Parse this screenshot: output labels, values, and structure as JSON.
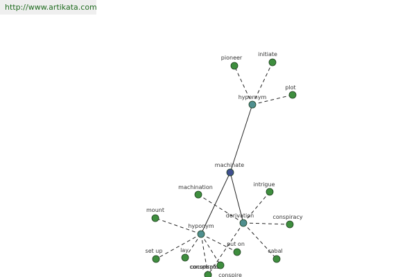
{
  "header": {
    "url": "http://www.artikata.com"
  },
  "colors": {
    "root_node": "#3f4f8f",
    "group_node": "#4f8f8f",
    "leaf_node": "#3e8e3e",
    "edge": "#222222"
  },
  "graph": {
    "nodes": [
      {
        "id": "machinate",
        "label": "machinate",
        "kind": "root"
      },
      {
        "id": "hypernym",
        "label": "hypernym",
        "kind": "group"
      },
      {
        "id": "derivation",
        "label": "derivation",
        "kind": "group"
      },
      {
        "id": "hyponym",
        "label": "hyponym",
        "kind": "group"
      },
      {
        "id": "pioneer",
        "label": "pioneer",
        "kind": "leaf"
      },
      {
        "id": "initiate",
        "label": "initiate",
        "kind": "leaf"
      },
      {
        "id": "plot",
        "label": "plot",
        "kind": "leaf"
      },
      {
        "id": "machination",
        "label": "machination",
        "kind": "leaf"
      },
      {
        "id": "intrigue",
        "label": "intrigue",
        "kind": "leaf"
      },
      {
        "id": "conspiracy",
        "label": "conspiracy",
        "kind": "leaf"
      },
      {
        "id": "cabal",
        "label": "cabal",
        "kind": "leaf"
      },
      {
        "id": "conspirator",
        "label": "conspirator",
        "kind": "leaf"
      },
      {
        "id": "mount",
        "label": "mount",
        "kind": "leaf"
      },
      {
        "id": "set-up",
        "label": "set up",
        "kind": "leaf"
      },
      {
        "id": "lay",
        "label": "lay",
        "kind": "leaf"
      },
      {
        "id": "coconspire",
        "label": "coconspire",
        "kind": "leaf"
      },
      {
        "id": "put-on",
        "label": "put on",
        "kind": "leaf"
      },
      {
        "id": "cospire",
        "label": "conspire",
        "kind": "leaf"
      }
    ],
    "edges": [
      {
        "from": "machinate",
        "to": "hypernym",
        "style": "solid"
      },
      {
        "from": "machinate",
        "to": "derivation",
        "style": "solid"
      },
      {
        "from": "machinate",
        "to": "hyponym",
        "style": "solid"
      },
      {
        "from": "hypernym",
        "to": "pioneer",
        "style": "dashed"
      },
      {
        "from": "hypernym",
        "to": "initiate",
        "style": "dashed"
      },
      {
        "from": "hypernym",
        "to": "plot",
        "style": "dashed"
      },
      {
        "from": "derivation",
        "to": "machination",
        "style": "dashed"
      },
      {
        "from": "derivation",
        "to": "intrigue",
        "style": "dashed"
      },
      {
        "from": "derivation",
        "to": "conspiracy",
        "style": "dashed"
      },
      {
        "from": "derivation",
        "to": "cabal",
        "style": "dashed"
      },
      {
        "from": "derivation",
        "to": "conspirator",
        "style": "dashed"
      },
      {
        "from": "hyponym",
        "to": "mount",
        "style": "dashed"
      },
      {
        "from": "hyponym",
        "to": "set-up",
        "style": "dashed"
      },
      {
        "from": "hyponym",
        "to": "lay",
        "style": "dashed"
      },
      {
        "from": "hyponym",
        "to": "coconspire",
        "style": "dashed"
      },
      {
        "from": "hyponym",
        "to": "put-on",
        "style": "dashed"
      },
      {
        "from": "hyponym",
        "to": "cospire",
        "style": "dashed"
      }
    ]
  }
}
